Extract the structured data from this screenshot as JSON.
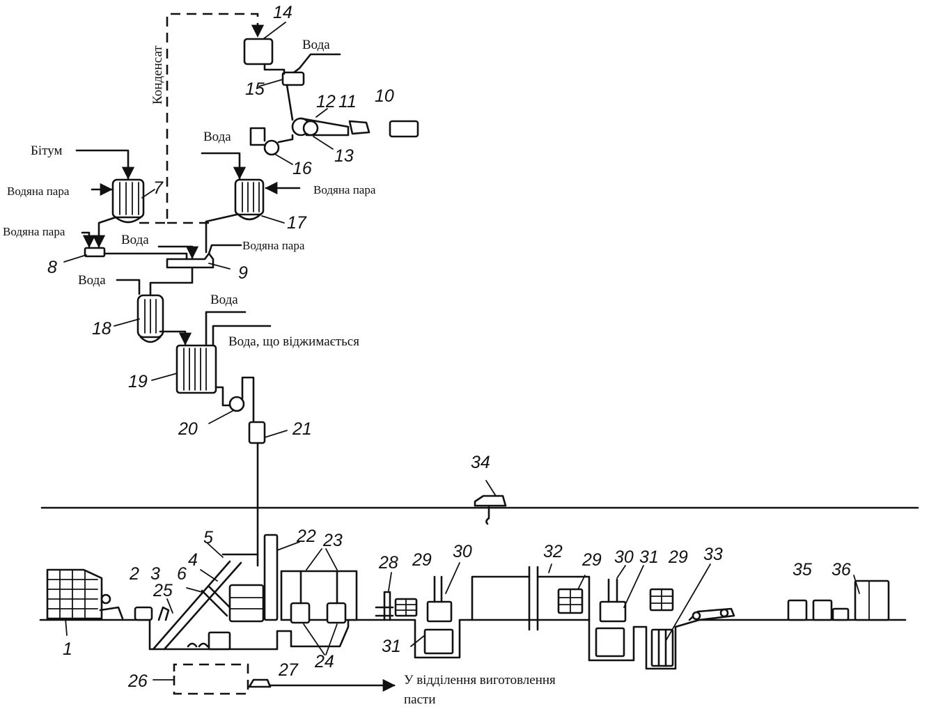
{
  "labels": {
    "bitumen": "Бітум",
    "steam": "Водяна пара",
    "water": "Вода",
    "condensate": "Конденсат",
    "squeezed_water": "Вода, що віджимається",
    "to_paste_line1": "У відділення виготовлення",
    "to_paste_line2": "пасти"
  },
  "numbers": {
    "n1": "1",
    "n2": "2",
    "n3": "3",
    "n4": "4",
    "n5": "5",
    "n6": "6",
    "n7": "7",
    "n8": "8",
    "n9": "9",
    "n10": "10",
    "n11": "11",
    "n12": "12",
    "n13": "13",
    "n14": "14",
    "n15": "15",
    "n16": "16",
    "n17": "17",
    "n18": "18",
    "n19": "19",
    "n20": "20",
    "n21": "21",
    "n22": "22",
    "n23": "23",
    "n24": "24",
    "n25": "25",
    "n26": "26",
    "n27": "27",
    "n28": "28",
    "n29": "29",
    "n30": "30",
    "n31": "31",
    "n32": "32",
    "n33": "33",
    "n34": "34",
    "n35": "35",
    "n36": "36"
  }
}
